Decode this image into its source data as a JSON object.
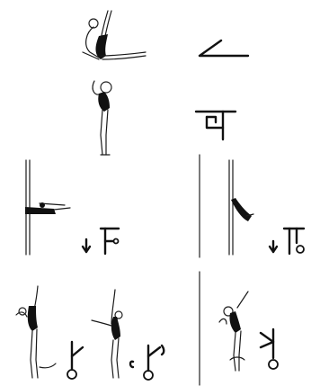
{
  "figure": {
    "rows": [
      {
        "id": "row1",
        "items": [
          "split-prone-figure",
          "angle-symbol"
        ]
      },
      {
        "id": "row2",
        "items": [
          "ring-balance-figure",
          "ring-symbol"
        ]
      },
      {
        "id": "row3",
        "items": [
          "vertical-split-figure-left",
          "tee-symbol-left",
          "vertical-split-figure-right",
          "tee-symbol-right"
        ]
      },
      {
        "id": "row4",
        "items": [
          "side-balance-figure-a",
          "side-balance-figure-b",
          "side-balance-figure-c"
        ]
      }
    ]
  },
  "colors": {
    "ink": "#111111",
    "background": "#ffffff",
    "divider": "#222222"
  }
}
